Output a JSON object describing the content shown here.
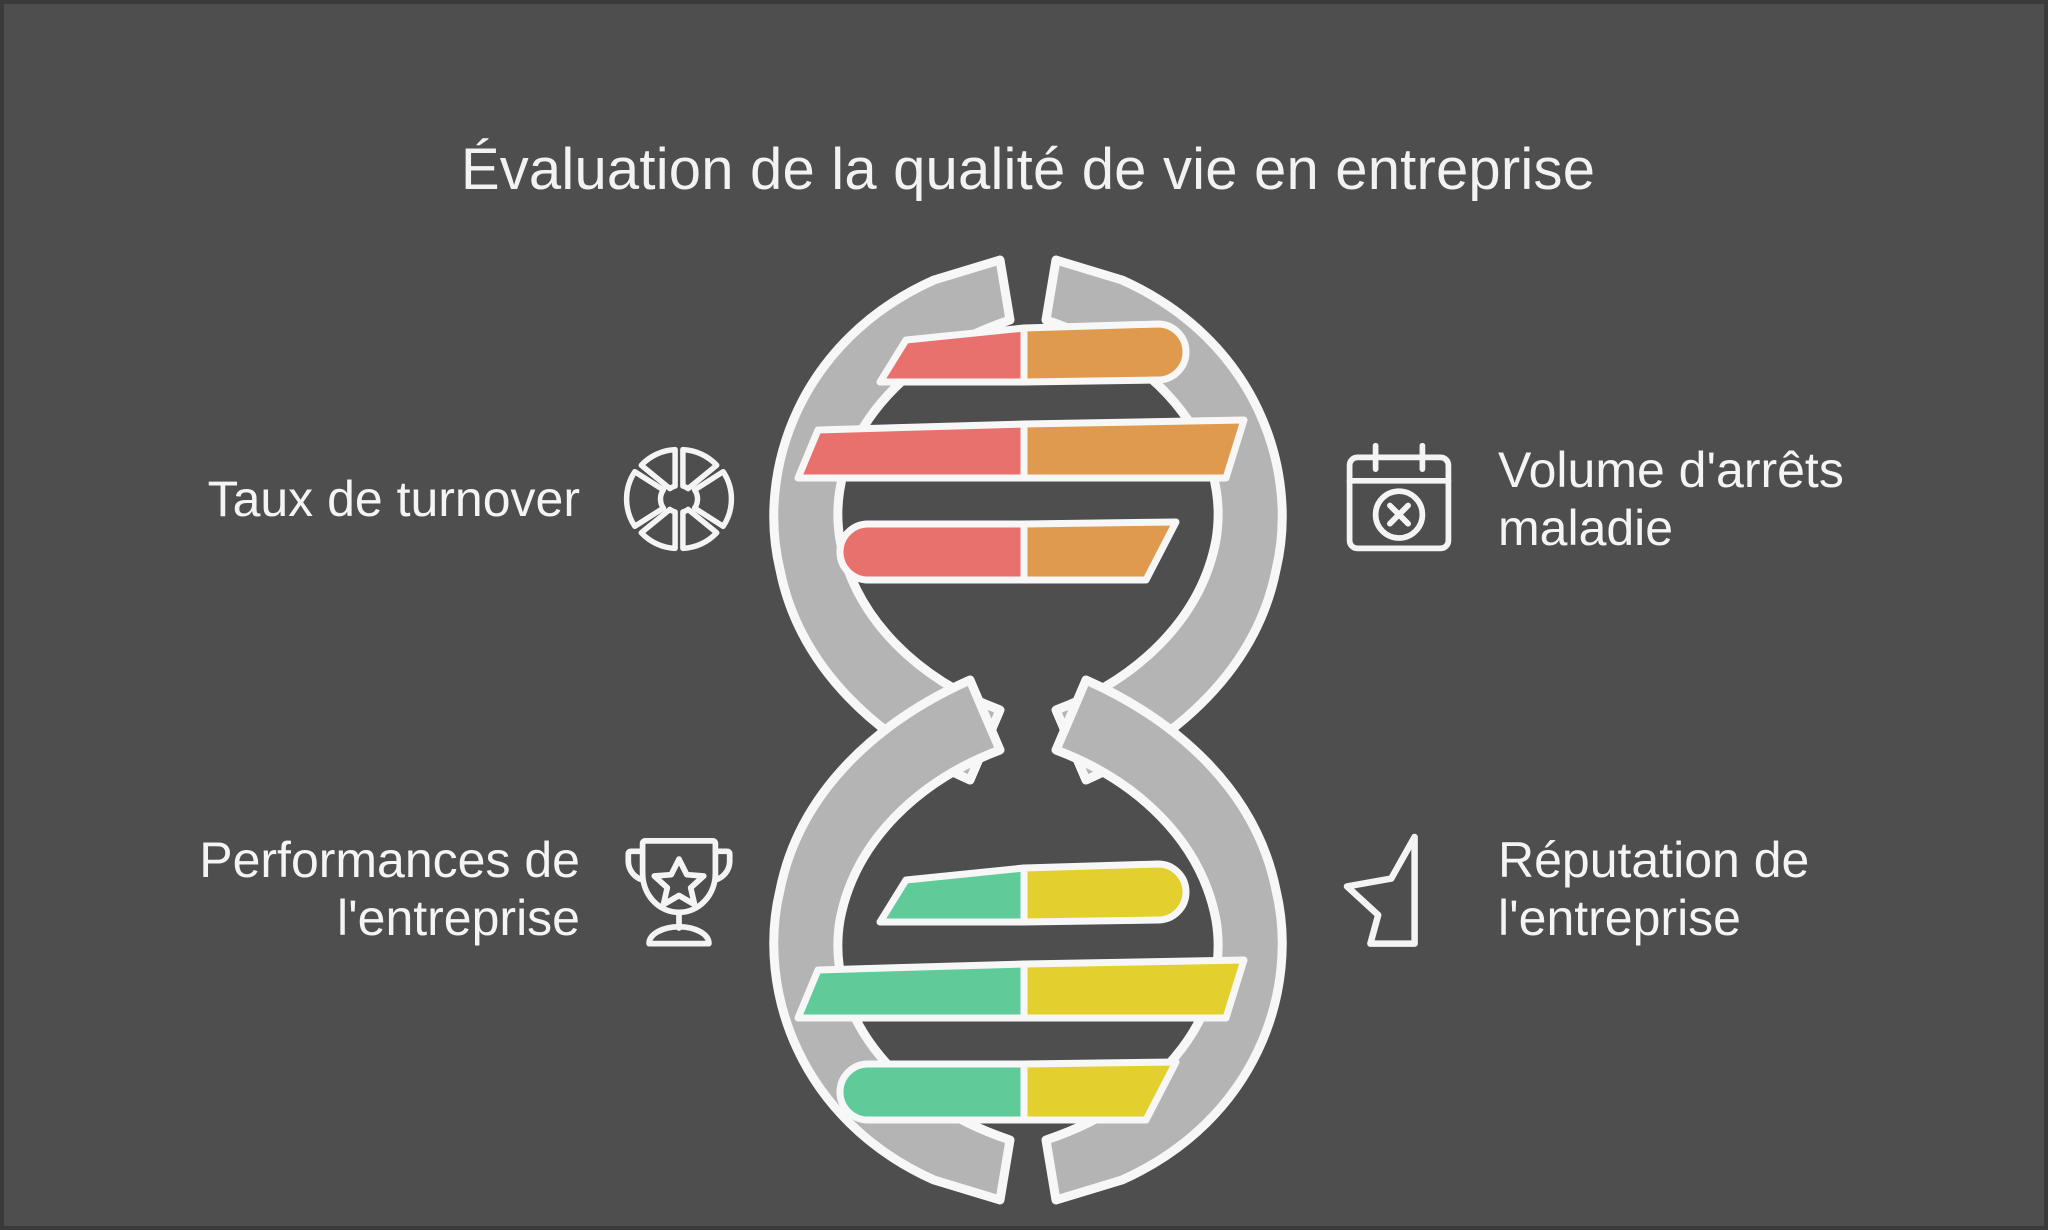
{
  "page": {
    "background_color": "#4e4e4e",
    "text_color": "#f4f4f4"
  },
  "title": "Évaluation de la qualité de vie en entreprise",
  "features": [
    {
      "id": "turnover",
      "side": "left",
      "label": "Taux de turnover",
      "icon": "segmented-donut-icon"
    },
    {
      "id": "sick-leave",
      "side": "right",
      "label": "Volume d'arrêts maladie",
      "icon": "calendar-cross-icon"
    },
    {
      "id": "performance",
      "side": "left",
      "label": "Performances de l'entreprise",
      "icon": "trophy-icon"
    },
    {
      "id": "reputation",
      "side": "right",
      "label": "Réputation de l'entreprise",
      "icon": "half-star-icon"
    }
  ],
  "diagram": {
    "name": "dna-double-helix",
    "strand_color": "#b4b4b4",
    "outline_color": "#f7f7f7",
    "rungs": [
      {
        "position": "upper",
        "left_color": "#e8716d",
        "right_color": "#e09a4e"
      },
      {
        "position": "upper",
        "left_color": "#e8716d",
        "right_color": "#e09a4e"
      },
      {
        "position": "upper",
        "left_color": "#e8716d",
        "right_color": "#e09a4e"
      },
      {
        "position": "lower",
        "left_color": "#5ecb98",
        "right_color": "#e3d02f"
      },
      {
        "position": "lower",
        "left_color": "#5ecb98",
        "right_color": "#e3d02f"
      },
      {
        "position": "lower",
        "left_color": "#5ecb98",
        "right_color": "#e3d02f"
      }
    ]
  }
}
